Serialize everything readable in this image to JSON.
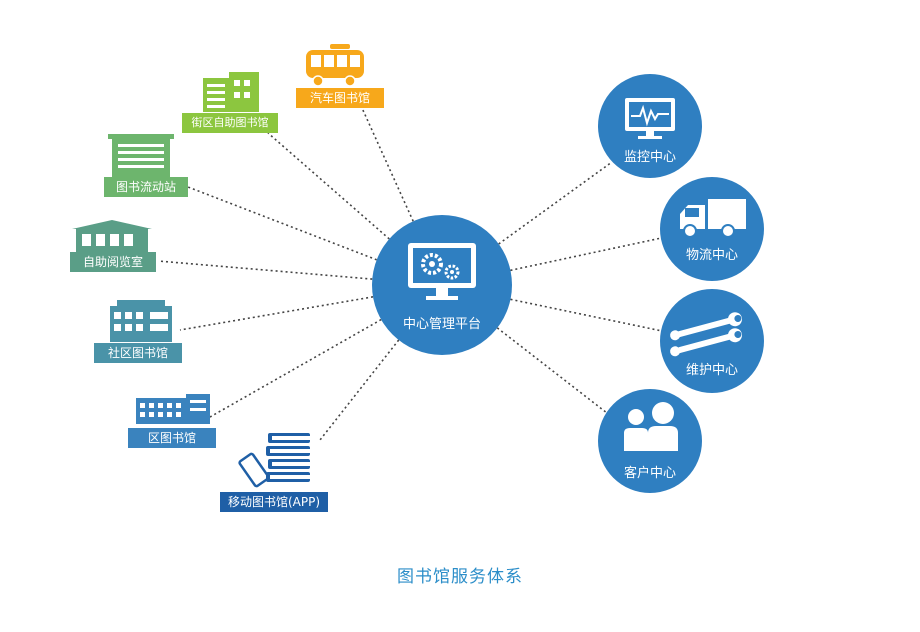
{
  "center": {
    "label": "中心管理平台",
    "icon": "monitor-gears-icon"
  },
  "left_nodes": [
    {
      "id": "bus",
      "label": "汽车图书馆",
      "icon": "bus-icon",
      "color": "#f7a81b"
    },
    {
      "id": "street",
      "label": "街区自助图书馆",
      "icon": "building-icon",
      "color": "#8cc63f"
    },
    {
      "id": "station",
      "label": "图书流动站",
      "icon": "building-icon",
      "color": "#6db56d"
    },
    {
      "id": "reading",
      "label": "自助阅览室",
      "icon": "building-icon",
      "color": "#5a9e87"
    },
    {
      "id": "community",
      "label": "社区图书馆",
      "icon": "building-icon",
      "color": "#4a93a8"
    },
    {
      "id": "district",
      "label": "区图书馆",
      "icon": "building-icon",
      "color": "#3a83be"
    },
    {
      "id": "mobile",
      "label": "移动图书馆(APP)",
      "icon": "books-phone-icon",
      "color": "#1f5fa6"
    }
  ],
  "right_nodes": [
    {
      "id": "monitor",
      "label": "监控中心",
      "icon": "monitor-pulse-icon"
    },
    {
      "id": "logistics",
      "label": "物流中心",
      "icon": "truck-icon"
    },
    {
      "id": "maintenance",
      "label": "维护中心",
      "icon": "wrench-icon"
    },
    {
      "id": "customer",
      "label": "客户中心",
      "icon": "people-icon"
    }
  ],
  "caption": "图书馆服务体系",
  "colors": {
    "circle": "#2f7fc1",
    "caption": "#2c8ec9",
    "line": "#444444"
  }
}
